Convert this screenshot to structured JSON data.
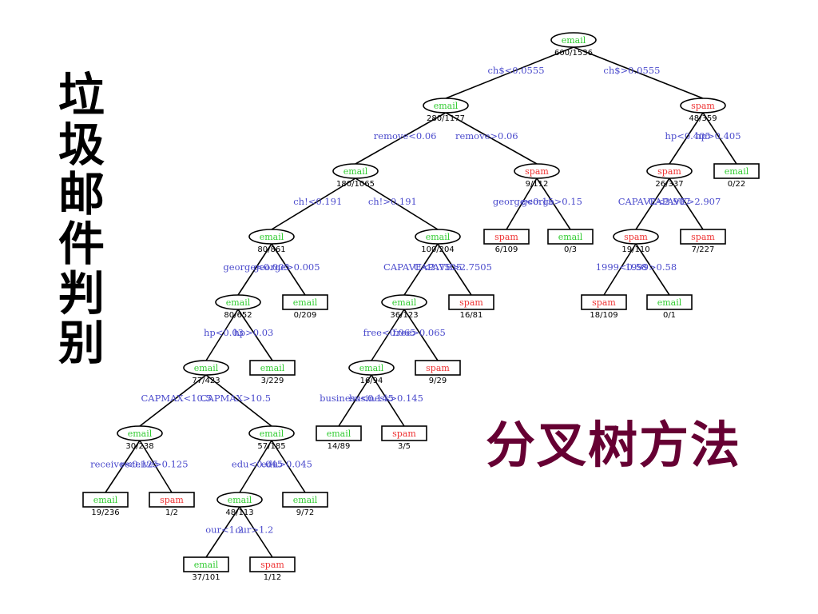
{
  "side_title": [
    "垃",
    "圾",
    "邮",
    "件",
    "判",
    "别"
  ],
  "method_title": "分叉树方法",
  "colors": {
    "email": "#33cc33",
    "spam": "#ee3333",
    "edge_label": "#4a4acc",
    "method_title": "#660033"
  },
  "tree": {
    "nodes": [
      {
        "id": "n0",
        "label": "email",
        "count": "600/1536",
        "kind": "inner"
      },
      {
        "id": "n1",
        "label": "email",
        "count": "280/1177",
        "kind": "inner"
      },
      {
        "id": "n2",
        "label": "spam",
        "count": "48/359",
        "kind": "inner"
      },
      {
        "id": "n3",
        "label": "email",
        "count": "180/1065",
        "kind": "inner"
      },
      {
        "id": "n4",
        "label": "spam",
        "count": "9/112",
        "kind": "inner"
      },
      {
        "id": "n5",
        "label": "spam",
        "count": "26/337",
        "kind": "inner"
      },
      {
        "id": "n6",
        "label": "email",
        "count": "0/22",
        "kind": "leaf"
      },
      {
        "id": "n7",
        "label": "email",
        "count": "80/861",
        "kind": "inner"
      },
      {
        "id": "n8",
        "label": "email",
        "count": "100/204",
        "kind": "inner"
      },
      {
        "id": "n9",
        "label": "spam",
        "count": "6/109",
        "kind": "leaf"
      },
      {
        "id": "n10",
        "label": "email",
        "count": "0/3",
        "kind": "leaf"
      },
      {
        "id": "n11",
        "label": "spam",
        "count": "19/110",
        "kind": "inner"
      },
      {
        "id": "n12",
        "label": "spam",
        "count": "7/227",
        "kind": "leaf"
      },
      {
        "id": "n13",
        "label": "email",
        "count": "80/652",
        "kind": "inner"
      },
      {
        "id": "n14",
        "label": "email",
        "count": "0/209",
        "kind": "leaf"
      },
      {
        "id": "n15",
        "label": "email",
        "count": "36/123",
        "kind": "inner"
      },
      {
        "id": "n16",
        "label": "spam",
        "count": "16/81",
        "kind": "leaf"
      },
      {
        "id": "n17",
        "label": "spam",
        "count": "18/109",
        "kind": "leaf"
      },
      {
        "id": "n18",
        "label": "email",
        "count": "0/1",
        "kind": "leaf"
      },
      {
        "id": "n19",
        "label": "email",
        "count": "77/423",
        "kind": "inner"
      },
      {
        "id": "n20",
        "label": "email",
        "count": "3/229",
        "kind": "leaf"
      },
      {
        "id": "n21",
        "label": "email",
        "count": "16/94",
        "kind": "inner"
      },
      {
        "id": "n22",
        "label": "spam",
        "count": "9/29",
        "kind": "leaf"
      },
      {
        "id": "n23",
        "label": "email",
        "count": "30/238",
        "kind": "inner"
      },
      {
        "id": "n24",
        "label": "email",
        "count": "57/185",
        "kind": "inner"
      },
      {
        "id": "n25",
        "label": "email",
        "count": "14/89",
        "kind": "leaf"
      },
      {
        "id": "n26",
        "label": "spam",
        "count": "3/5",
        "kind": "leaf"
      },
      {
        "id": "n27",
        "label": "email",
        "count": "19/236",
        "kind": "leaf"
      },
      {
        "id": "n28",
        "label": "spam",
        "count": "1/2",
        "kind": "leaf"
      },
      {
        "id": "n29",
        "label": "email",
        "count": "48/113",
        "kind": "inner"
      },
      {
        "id": "n30",
        "label": "email",
        "count": "9/72",
        "kind": "leaf"
      },
      {
        "id": "n31",
        "label": "email",
        "count": "37/101",
        "kind": "leaf"
      },
      {
        "id": "n32",
        "label": "spam",
        "count": "1/12",
        "kind": "leaf"
      }
    ],
    "edges": [
      {
        "from": "n0",
        "to": "n1",
        "label": "ch$<0.0555"
      },
      {
        "from": "n0",
        "to": "n2",
        "label": "ch$>0.0555"
      },
      {
        "from": "n1",
        "to": "n3",
        "label": "remove<0.06"
      },
      {
        "from": "n1",
        "to": "n4",
        "label": "remove>0.06"
      },
      {
        "from": "n2",
        "to": "n5",
        "label": "hp<0.405"
      },
      {
        "from": "n2",
        "to": "n6",
        "label": "hp>0.405"
      },
      {
        "from": "n3",
        "to": "n7",
        "label": "ch!<0.191"
      },
      {
        "from": "n3",
        "to": "n8",
        "label": "ch!>0.191"
      },
      {
        "from": "n4",
        "to": "n9",
        "label": "george<0.15"
      },
      {
        "from": "n4",
        "to": "n10",
        "label": "george>0.15"
      },
      {
        "from": "n5",
        "to": "n11",
        "label": "CAPAVE<2.907"
      },
      {
        "from": "n5",
        "to": "n12",
        "label": "CAPAVE>2.907"
      },
      {
        "from": "n7",
        "to": "n13",
        "label": "george<0.005"
      },
      {
        "from": "n7",
        "to": "n14",
        "label": "george>0.005"
      },
      {
        "from": "n8",
        "to": "n15",
        "label": "CAPAVE<2.7505"
      },
      {
        "from": "n8",
        "to": "n16",
        "label": "CAPAVE>2.7505"
      },
      {
        "from": "n11",
        "to": "n17",
        "label": "1999<0.58"
      },
      {
        "from": "n11",
        "to": "n18",
        "label": "1999>0.58"
      },
      {
        "from": "n13",
        "to": "n19",
        "label": "hp<0.03"
      },
      {
        "from": "n13",
        "to": "n20",
        "label": "hp>0.03"
      },
      {
        "from": "n15",
        "to": "n21",
        "label": "free<0.065"
      },
      {
        "from": "n15",
        "to": "n22",
        "label": "free>0.065"
      },
      {
        "from": "n19",
        "to": "n23",
        "label": "CAPMAX<10.5"
      },
      {
        "from": "n19",
        "to": "n24",
        "label": "CAPMAX>10.5"
      },
      {
        "from": "n21",
        "to": "n25",
        "label": "business<0.145"
      },
      {
        "from": "n21",
        "to": "n26",
        "label": "business>0.145"
      },
      {
        "from": "n23",
        "to": "n27",
        "label": "receive<0.125"
      },
      {
        "from": "n23",
        "to": "n28",
        "label": "receive>0.125"
      },
      {
        "from": "n24",
        "to": "n29",
        "label": "edu<0.045"
      },
      {
        "from": "n24",
        "to": "n30",
        "label": "edu>0.045"
      },
      {
        "from": "n29",
        "to": "n31",
        "label": "our<1.2"
      },
      {
        "from": "n29",
        "to": "n32",
        "label": "our>1.2"
      }
    ]
  }
}
